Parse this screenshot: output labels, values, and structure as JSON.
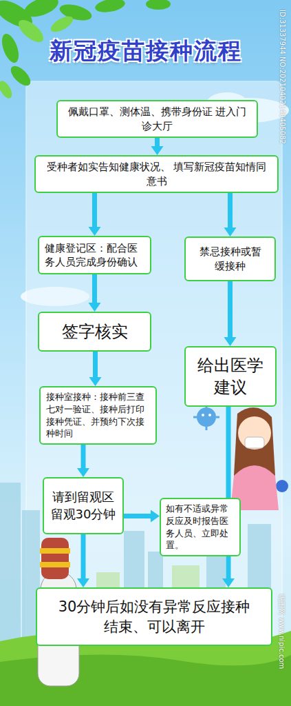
{
  "diagram": {
    "title": "新冠疫苗接种流程",
    "nodes": [
      {
        "text": [
          "佩戴口罩、测体温、携带身份证 进入门诊大厅"
        ]
      },
      {
        "text": [
          "受种者如实告知健康状况、 填写新冠疫苗知情同意书"
        ]
      },
      {
        "text": [
          "健康登记区：配合医务人员完成身份确认"
        ]
      },
      {
        "text": [
          "禁忌接种或暂缓接种"
        ]
      },
      {
        "text": [
          "签字核实"
        ]
      },
      {
        "text": [
          "给出医学建议"
        ]
      },
      {
        "text": [
          "接种室接种：接种前三查七对一验证、接种后打印接种凭证、并预约下次接种时间"
        ]
      },
      {
        "text": [
          "请到留观区 留观30分钟"
        ]
      },
      {
        "text": [
          "如有不适或异常反应及时报告医务人员、立即处置。"
        ]
      },
      {
        "text": [
          "30分钟后如没有异常反应接种结束、可以离开"
        ]
      }
    ],
    "edges": [
      {
        "from": 0,
        "to": 1,
        "arrow": "to"
      },
      {
        "from": 1,
        "to": 2,
        "arrow": "to"
      },
      {
        "from": 1,
        "to": 3,
        "arrow": "to"
      },
      {
        "from": 2,
        "to": 4,
        "arrow": "to"
      },
      {
        "from": 3,
        "to": 5,
        "arrow": "to"
      },
      {
        "from": 4,
        "to": 6,
        "arrow": "to"
      },
      {
        "from": 6,
        "to": 7,
        "arrow": "to"
      },
      {
        "from": 7,
        "to": 8,
        "arrow": "to"
      },
      {
        "from": 7,
        "to": 9,
        "arrow": "to"
      },
      {
        "from": 5,
        "to": 9,
        "arrow": "to"
      }
    ],
    "labels": [
      "ID:31337944 NO:20210402140405082",
      "昵图网 www.nipic.com"
    ]
  }
}
